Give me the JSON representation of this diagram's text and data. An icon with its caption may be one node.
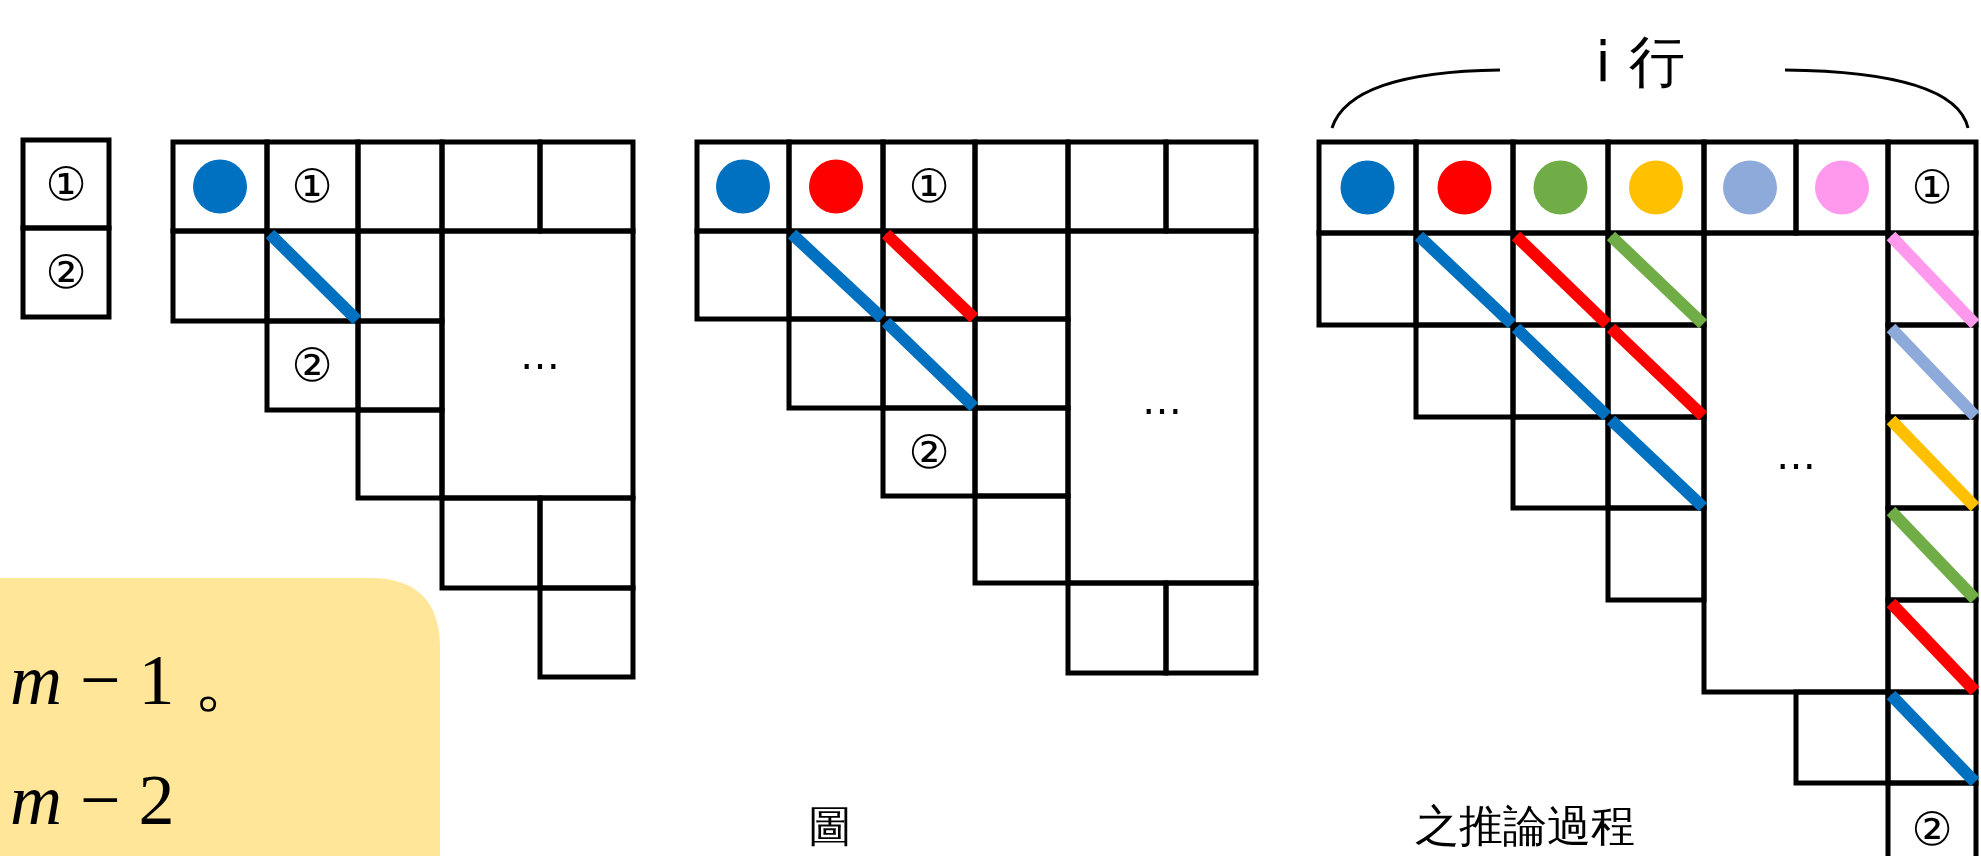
{
  "diagram": {
    "labels": [
      "i 行",
      "①",
      "①",
      "①",
      "①",
      "②",
      "②",
      "…",
      "…",
      "②",
      "…",
      "*m* − 1 。",
      "*m* − 2",
      "圖",
      "之推論過程",
      "②"
    ]
  }
}
